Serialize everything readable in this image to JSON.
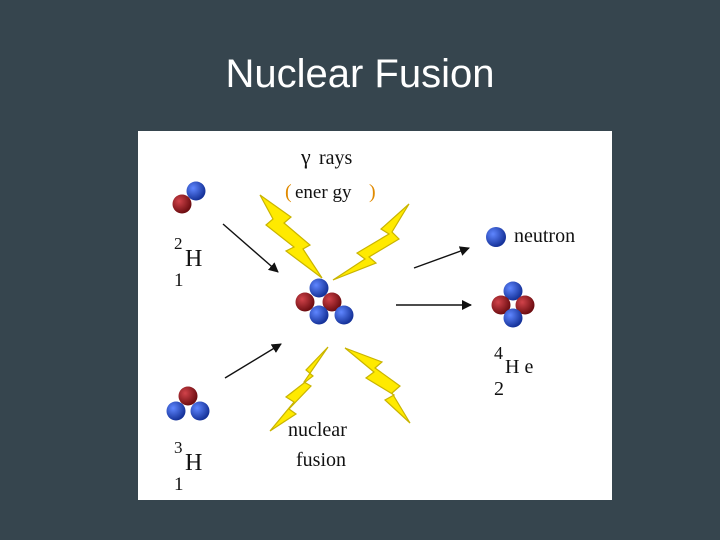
{
  "slide": {
    "title": "Nuclear Fusion"
  },
  "diagram": {
    "gamma_symbol": "γ",
    "gamma_label": "rays",
    "energy_open": "(",
    "energy_label": "ener gy",
    "energy_close": ")",
    "neutron_label": "neutron",
    "fusion_label_line1": "nuclear",
    "fusion_label_line2": "fusion",
    "deuterium": {
      "mass": "2",
      "symbol": "H",
      "atomic": "1"
    },
    "tritium": {
      "mass": "3",
      "symbol": "H",
      "atomic": "1"
    },
    "helium": {
      "mass": "4",
      "symbol": "H e",
      "atomic": "2"
    },
    "colors": {
      "proton": "#9b1b1f",
      "neutron": "#1f49c9",
      "lightning": "#ffea00",
      "lightning_stroke": "#c9b400",
      "energy_paren": "#e08a00",
      "background": "#36454e"
    }
  }
}
